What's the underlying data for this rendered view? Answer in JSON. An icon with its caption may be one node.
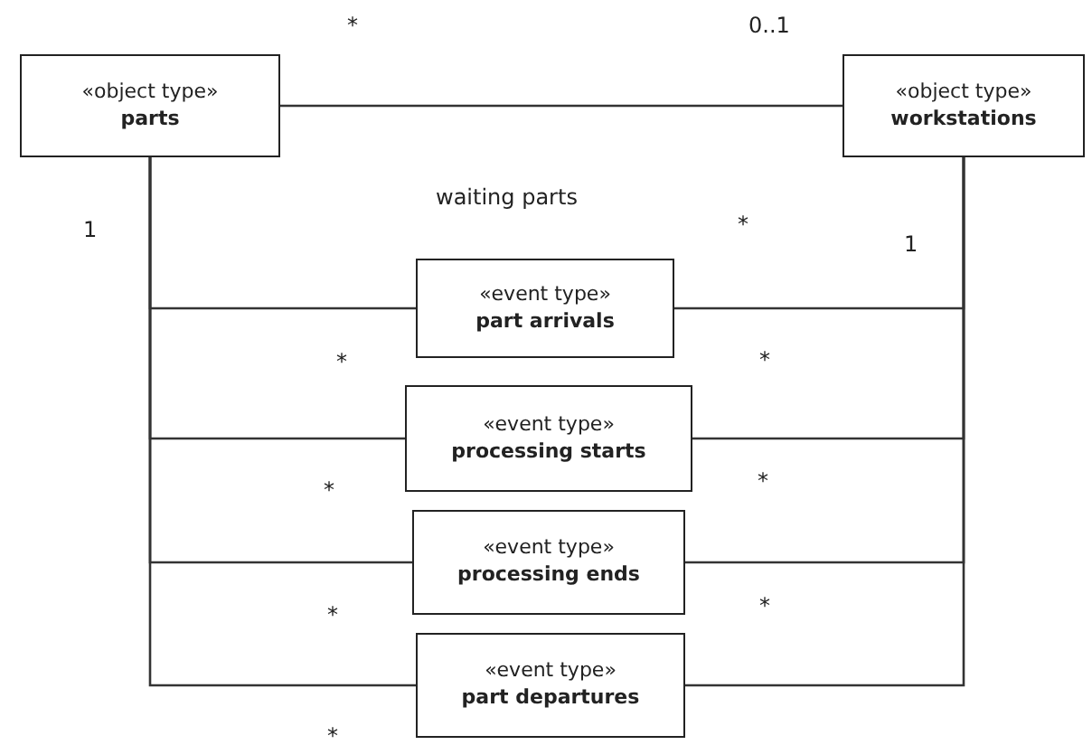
{
  "diagram": {
    "nodes": [
      {
        "text": [
          "«object type»",
          "parts"
        ]
      },
      {
        "text": [
          "«object type»",
          "workstations"
        ]
      },
      {
        "text": [
          "«event type»",
          "part arrivals"
        ]
      },
      {
        "text": [
          "«event type»",
          "processing starts"
        ]
      },
      {
        "text": [
          "«event type»",
          "processing ends"
        ]
      },
      {
        "text": [
          "«event type»",
          "part departures"
        ]
      }
    ],
    "edges": [
      {
        "from": 0,
        "to": 1,
        "arrow": "none",
        "label": "waiting parts"
      },
      {
        "from": 0,
        "to": 2,
        "arrow": "none"
      },
      {
        "from": 0,
        "to": 3,
        "arrow": "none"
      },
      {
        "from": 0,
        "to": 4,
        "arrow": "none"
      },
      {
        "from": 0,
        "to": 5,
        "arrow": "none"
      },
      {
        "from": 1,
        "to": 2,
        "arrow": "none"
      },
      {
        "from": 1,
        "to": 3,
        "arrow": "none"
      },
      {
        "from": 1,
        "to": 4,
        "arrow": "none"
      },
      {
        "from": 1,
        "to": 5,
        "arrow": "none"
      }
    ],
    "labels": [
      "*",
      "0..1",
      "1",
      "*",
      "1",
      "*",
      "*",
      "*",
      "*",
      "*",
      "*",
      "*"
    ]
  }
}
